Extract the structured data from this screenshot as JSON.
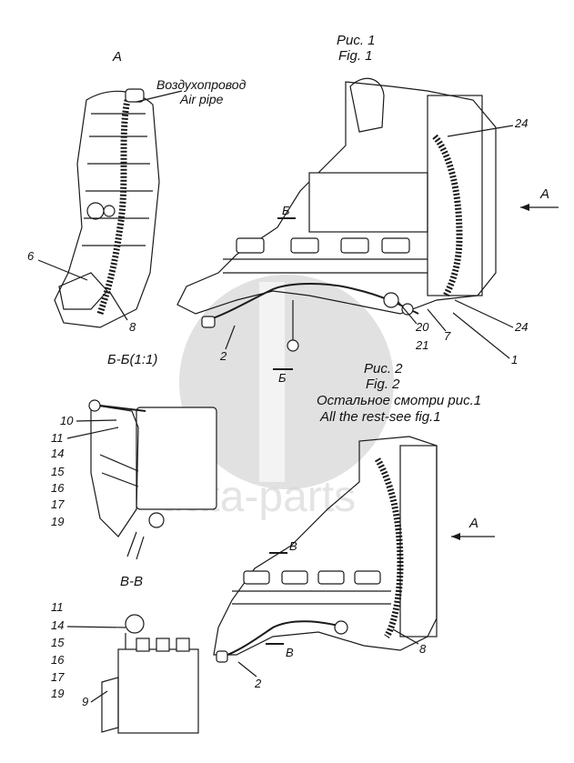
{
  "view_a": {
    "letter": "А",
    "air_pipe_ru": "Воздухопровод",
    "air_pipe_en": "Air pipe"
  },
  "fig1": {
    "title_ru": "Рис. 1",
    "title_en": "Fig. 1"
  },
  "fig2": {
    "title_ru": "Рис. 2",
    "title_en": "Fig. 2",
    "note_ru": "Остальное смотри рис.1",
    "note_en": "All the rest-see fig.1"
  },
  "section_bb": {
    "title": "Б-Б(1:1)"
  },
  "section_vv": {
    "title": "В-В"
  },
  "markers": {
    "b": "Б",
    "v": "В",
    "a": "А"
  },
  "callouts_fig1": [
    "24",
    "24",
    "20",
    "21",
    "7",
    "1",
    "2"
  ],
  "callouts_view_a": [
    "6",
    "8"
  ],
  "callouts_bb": [
    "10",
    "11",
    "14",
    "15",
    "16",
    "17",
    "19"
  ],
  "callouts_vv": [
    "11",
    "14",
    "15",
    "16",
    "17",
    "19",
    "9"
  ],
  "callouts_fig2": [
    "8",
    "2"
  ],
  "watermark": "data-parts"
}
